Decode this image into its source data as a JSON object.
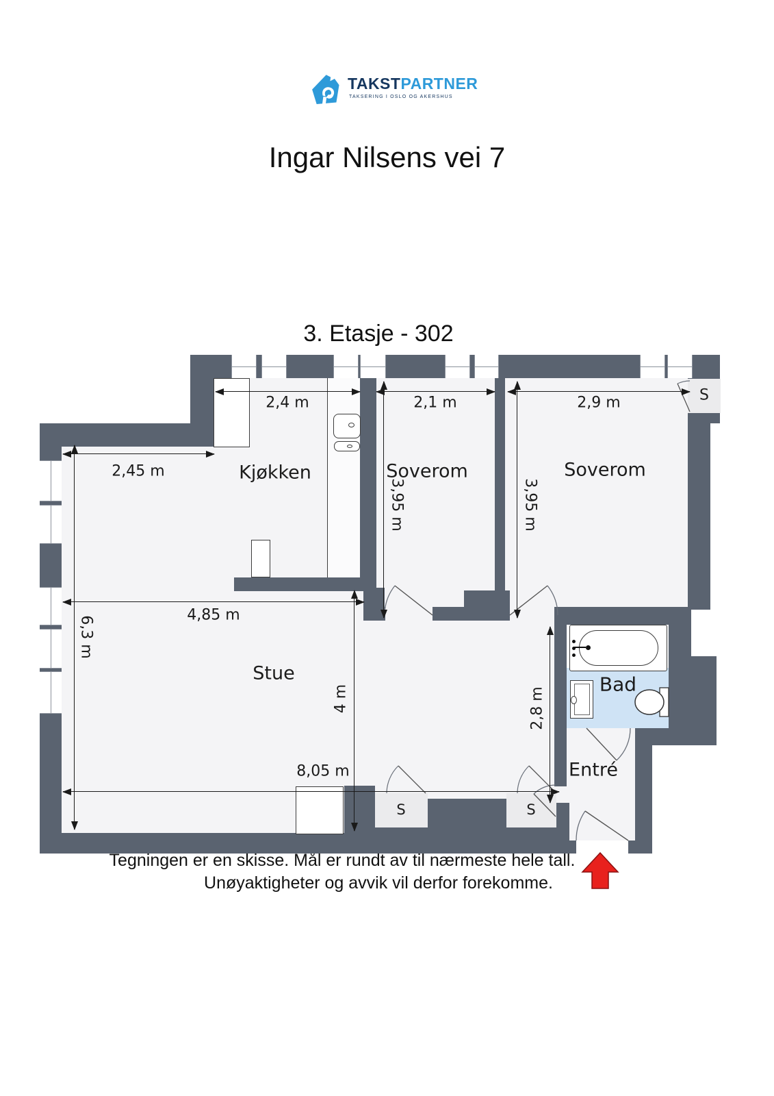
{
  "header": {
    "logo": {
      "brand_dark": "TAKST",
      "brand_light": "PARTNER",
      "tagline": "TAKSERING I OSLO OG AKERSHUS"
    },
    "address_title": "Ingar Nilsens vei 7"
  },
  "plan": {
    "floor_label": "3. Etasje - 302",
    "rooms": {
      "kitchen": "Kjøkken",
      "bedroom1": "Soverom",
      "bedroom2": "Soverom",
      "living": "Stue",
      "bath": "Bad",
      "entry": "Entré"
    },
    "closets": {
      "top_right": "S",
      "bottom_left": "S",
      "bottom_mid": "S"
    },
    "dimensions": {
      "kitchen_width": "2,4 m",
      "bedroom1_width": "2,1 m",
      "bedroom2_width": "2,9 m",
      "nook_width": "2,45 m",
      "living_width": "4,85 m",
      "total_width": "8,05 m",
      "living_height": "6,3 m",
      "bedroom1_height": "3,95 m",
      "bedroom2_height": "3,95 m",
      "hall_height": "4 m",
      "entry_height": "2,8 m"
    }
  },
  "footer": {
    "line1": "Tegningen er en skisse. Mål er rundt av til nærmeste hele tall.",
    "line2": "Unøyaktigheter og avvik vil derfor forekomme."
  },
  "colors": {
    "wall": "#5a6370",
    "floor": "#f4f4f6",
    "closet_floor": "#ebebed",
    "bath_floor": "#cfe3f5",
    "brand_dark": "#16375f",
    "brand_light": "#2e9ad9",
    "arrow_red": "#e8211d",
    "dim_ink": "#1a1a1a"
  }
}
